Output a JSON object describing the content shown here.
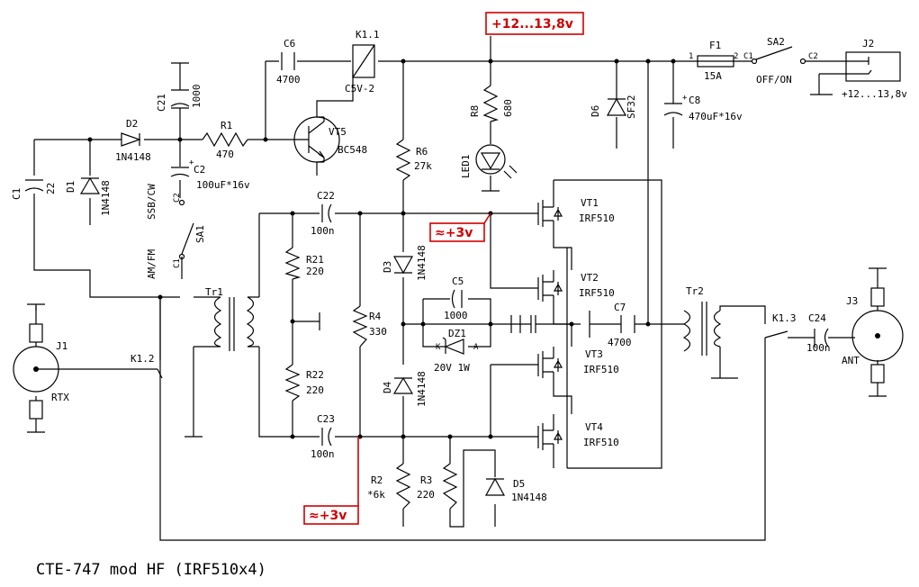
{
  "title": "CTE-747 mod HF (IRF510x4)",
  "annotations": {
    "supply": "+12...13,8v",
    "bias_top": "≈+3v",
    "bias_bottom": "≈+3v"
  },
  "labels": {
    "c6": "C6",
    "c6_value": "4700",
    "k1_1": "K1.1",
    "k1_1_type": "C5V-2",
    "vt5": "VT5",
    "vt5_type": "BC548",
    "r1": "R1",
    "r1_value": "470",
    "d2": "D2",
    "d2_type": "1N4148",
    "c2": "C2",
    "c2_value": "100uF*16v",
    "c2_plus": "+",
    "c21": "C21",
    "c21_value": "1000",
    "c1": "C1",
    "c1_value": "22",
    "d1": "D1",
    "d1_type": "1N4148",
    "ssb_cw": "SSB/CW",
    "sa1_pin2": "C2",
    "sa1": "SA1",
    "am_fm": "AM/FM",
    "sa1_pin1": "C1",
    "r6": "R6",
    "r6_value": "27k",
    "r8": "R8",
    "r8_value": "680",
    "led1": "LED1",
    "c22": "C22",
    "c22_value": "100n",
    "r21": "R21",
    "r21_value": "220",
    "r22": "R22",
    "r22_value": "220",
    "r4": "R4",
    "r4_value": "330",
    "c23": "C23",
    "c23_value": "100n",
    "tr1": "Tr1",
    "d3": "D3",
    "d3_type": "1N4148",
    "d4": "D4",
    "d4_type": "1N4148",
    "c5": "C5",
    "c5_value": "1000",
    "dz1": "DZ1",
    "dz1_k": "K",
    "dz1_a": "A",
    "dz1_value": "20V 1W",
    "r2": "R2",
    "r2_value": "*6k",
    "r3": "R3",
    "r3_value": "220",
    "d5": "D5",
    "d5_type": "1N4148",
    "vt1": "VT1",
    "vt1_type": "IRF510",
    "vt2": "VT2",
    "vt2_type": "IRF510",
    "vt3": "VT3",
    "vt3_type": "IRF510",
    "vt4": "VT4",
    "vt4_type": "IRF510",
    "c7": "C7",
    "c7_value": "4700",
    "tr2": "Tr2",
    "d6": "D6",
    "d6_type": "SF32",
    "c8": "C8",
    "c8_value": "470uF*16v",
    "c8_plus": "+",
    "f1": "F1",
    "f1_value": "15A",
    "f1_pin1": "1",
    "f1_pin2": "2",
    "sa2_pin1": "C1",
    "sa2_pin2": "C2",
    "sa2": "SA2",
    "sa2_mode": "OFF/ON",
    "j2": "J2",
    "j2_voltage": "+12...13,8v",
    "k1_3": "K1.3",
    "c24": "C24",
    "c24_value": "100n",
    "j3": "J3",
    "ant": "ANT",
    "j1": "J1",
    "rtx": "RTX",
    "k1_2": "K1.2"
  }
}
